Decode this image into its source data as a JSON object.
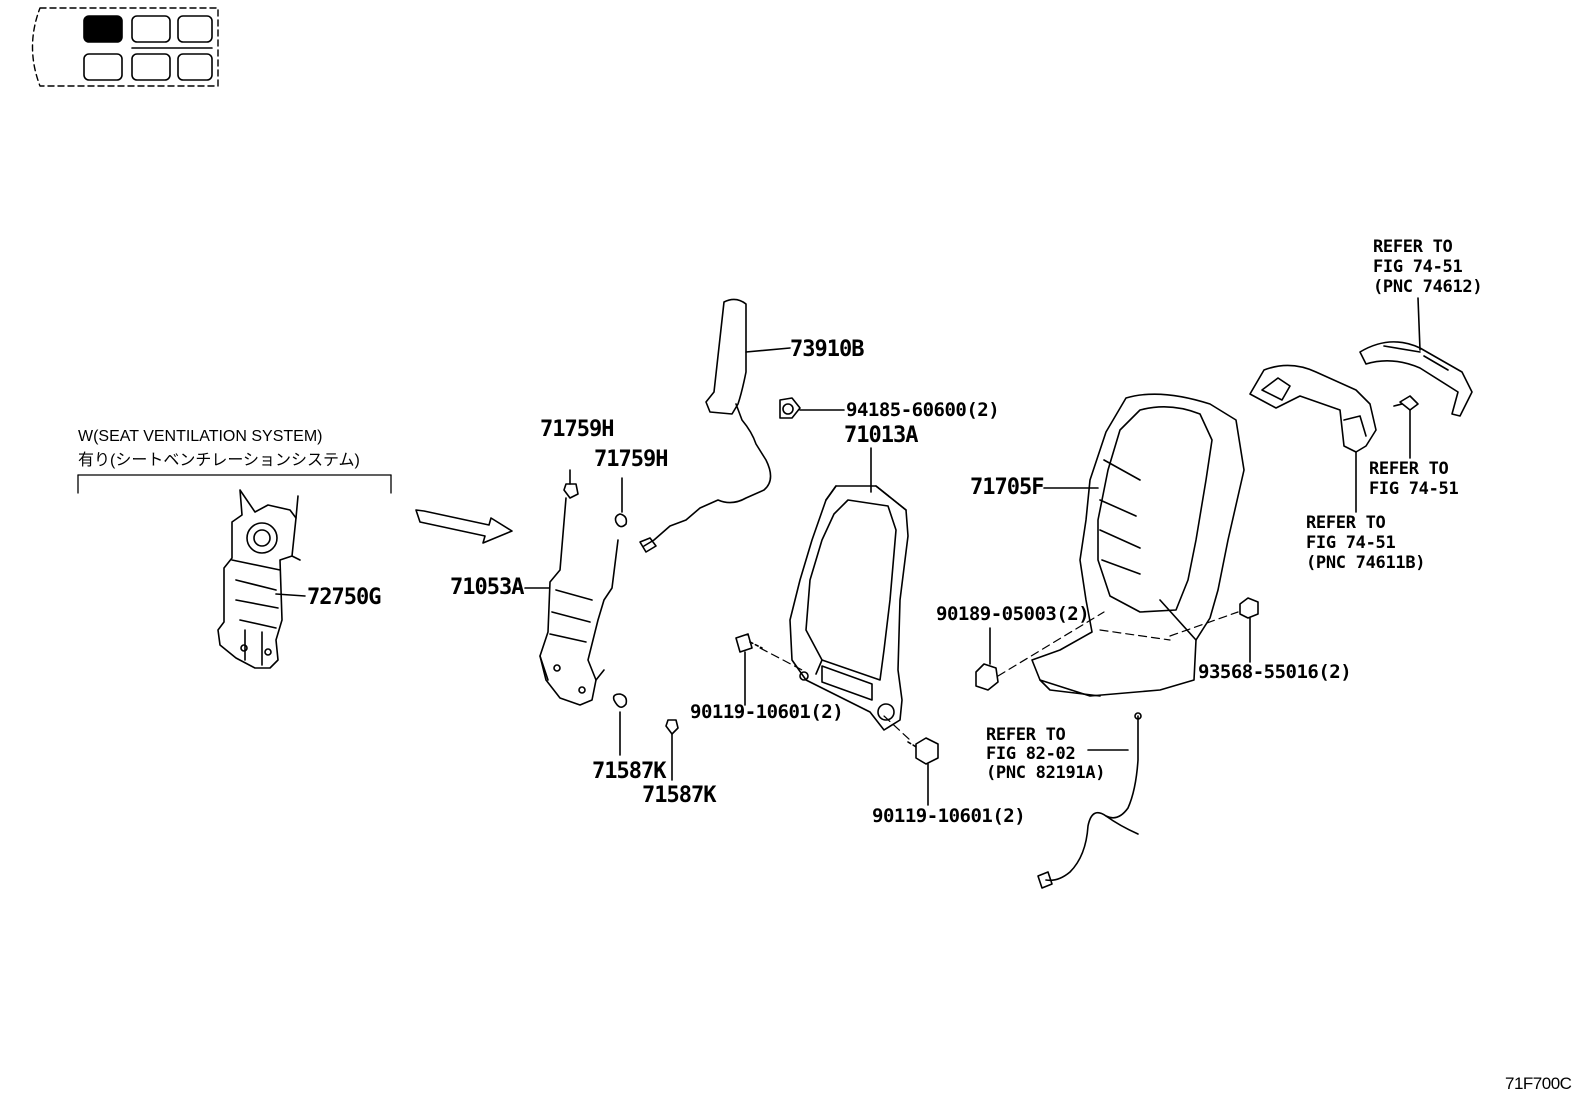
{
  "variant": {
    "line1": "W(SEAT VENTILATION SYSTEM)",
    "line2": "有り(シートベンチレーションシステム)"
  },
  "labels": {
    "p72750G": "72750G",
    "p71053A": "71053A",
    "p71759H_a": "71759H",
    "p71759H_b": "71759H",
    "p71587K_a": "71587K",
    "p71587K_b": "71587K",
    "p73910B": "73910B",
    "p94185": "94185-60600(2)",
    "p71013A": "71013A",
    "p90119_a": "90119-10601(2)",
    "p90119_b": "90119-10601(2)",
    "p71705F": "71705F",
    "p90189": "90189-05003(2)",
    "p93568": "93568-55016(2)"
  },
  "references": {
    "ref_74612": {
      "line1": "REFER TO",
      "line2": "FIG 74-51",
      "line3": "(PNC 74612)"
    },
    "ref_7451": {
      "line1": "REFER TO",
      "line2": "FIG 74-51"
    },
    "ref_74611B": {
      "line1": "REFER TO",
      "line2": "FIG 74-51",
      "line3": "(PNC 74611B)"
    },
    "ref_82191A": {
      "line1": "REFER TO",
      "line2": "FIG 82-02",
      "line3": "(PNC 82191A)"
    }
  },
  "figure_code": "71F700C",
  "seat_locator": {
    "highlighted_seat": "front-left"
  }
}
